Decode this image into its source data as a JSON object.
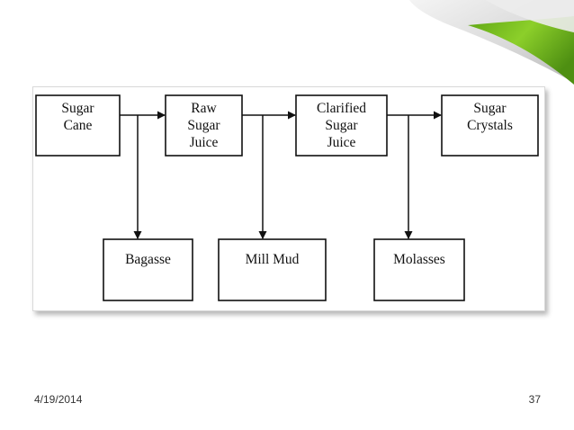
{
  "diagram": {
    "nodes": {
      "sugar_cane": [
        "Sugar",
        "Cane"
      ],
      "raw_sugar_juice": [
        "Raw",
        "Sugar",
        "Juice"
      ],
      "clarified_sugar_juice": [
        "Clarified",
        "Sugar",
        "Juice"
      ],
      "sugar_crystals": [
        "Sugar",
        "Crystals"
      ],
      "bagasse": [
        "Bagasse"
      ],
      "mill_mud": [
        "Mill Mud"
      ],
      "molasses": [
        "Molasses"
      ]
    },
    "edges": [
      {
        "from": "sugar_cane",
        "to": "raw_sugar_juice"
      },
      {
        "from": "raw_sugar_juice",
        "to": "clarified_sugar_juice"
      },
      {
        "from": "clarified_sugar_juice",
        "to": "sugar_crystals"
      },
      {
        "from": "sugar_cane",
        "to": "bagasse"
      },
      {
        "from": "raw_sugar_juice",
        "to": "mill_mud"
      },
      {
        "from": "clarified_sugar_juice",
        "to": "molasses"
      }
    ]
  },
  "footer": {
    "date": "4/19/2014",
    "page_number": "37"
  },
  "colors": {
    "accent_green": "#7dc21e",
    "dark_green": "#4e8f12"
  }
}
